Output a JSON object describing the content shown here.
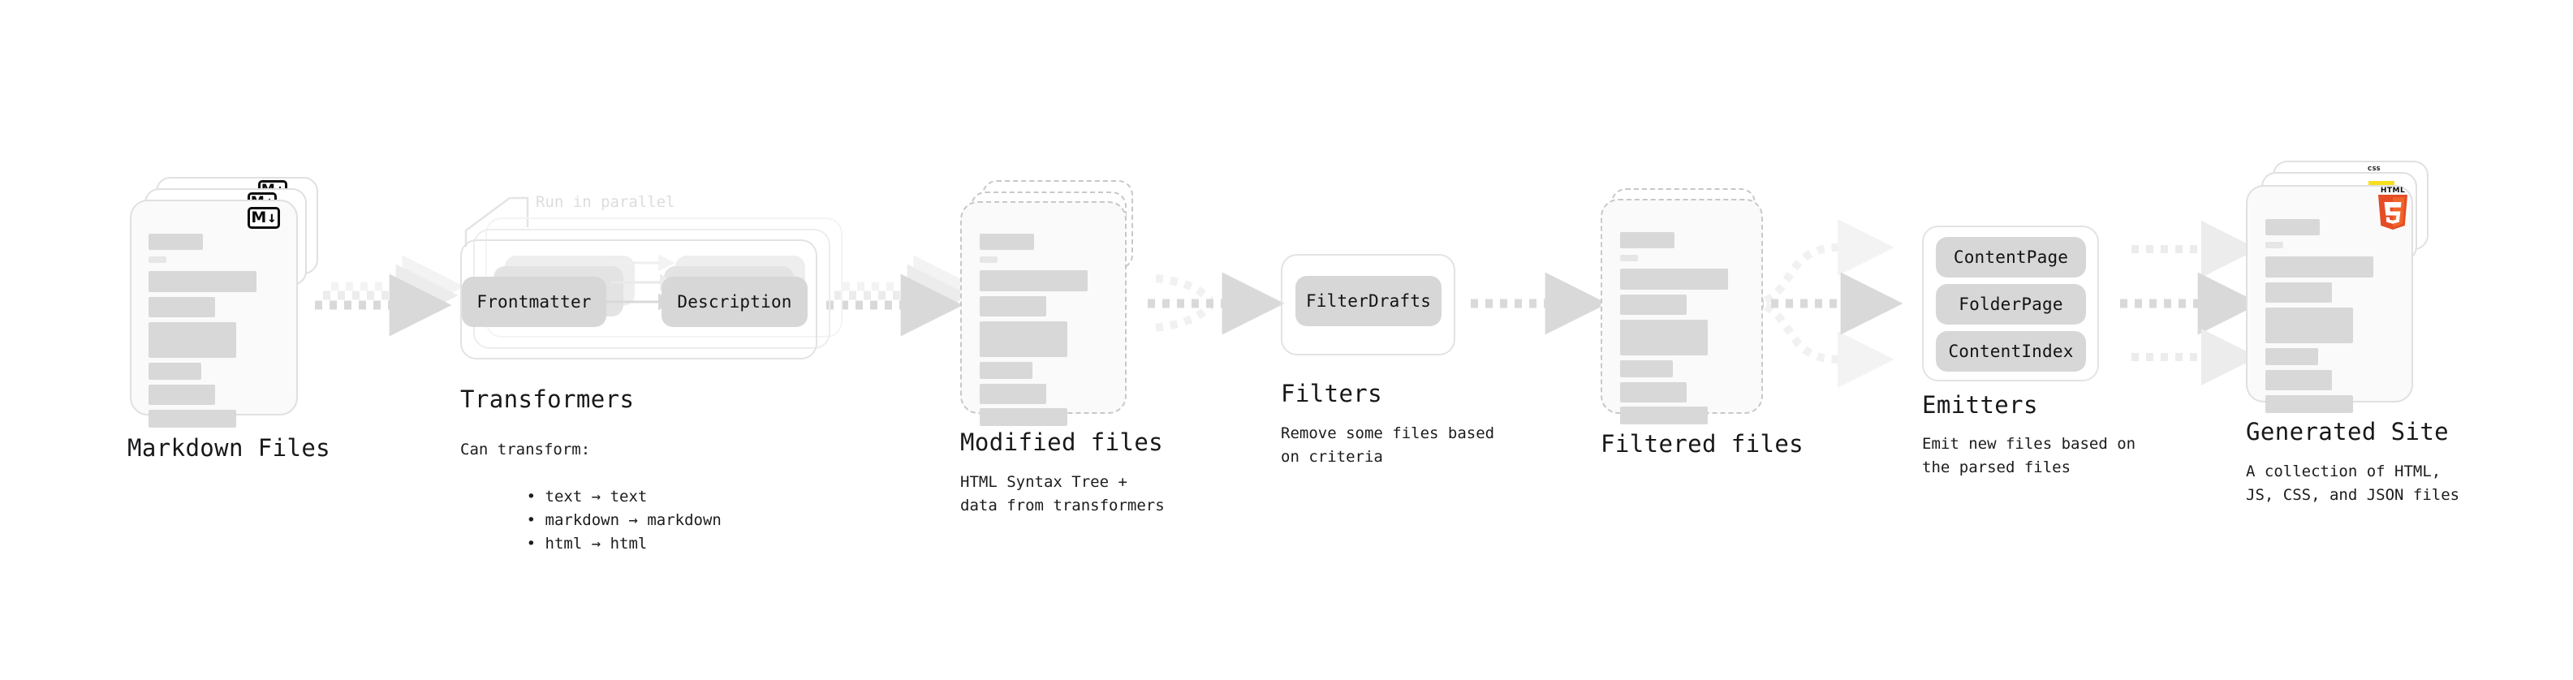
{
  "diagram": {
    "type": "pipeline-flow",
    "background": "#ffffff",
    "accent_colors": {
      "bar": "#d8d8d8",
      "chip": "#d7d7d7",
      "arrow": "#d9d9d9",
      "card_border": "#e0e0e0",
      "dashed_border": "#c8c8c8",
      "html5_orange": "#e44d26",
      "html5_orange_light": "#f16529",
      "js_yellow": "#f7df1e",
      "css_blue": "#264de4",
      "text": "#18181b"
    }
  },
  "stages": [
    {
      "id": "markdown-files",
      "title": "Markdown Files",
      "caption": "",
      "icon": "markdown-badge",
      "stack_layers": 3,
      "border": "solid"
    },
    {
      "id": "transformers",
      "title": "Transformers",
      "caption": "Can transform:",
      "annotation": "Run in parallel",
      "stack_layers": 3,
      "chips": [
        "Frontmatter",
        "Description"
      ],
      "bullets": [
        "text → text",
        "markdown → markdown",
        "html → html"
      ]
    },
    {
      "id": "modified-files",
      "title": "Modified files",
      "caption": "HTML Syntax Tree +\ndata from transformers",
      "stack_layers": 3,
      "border": "dashed"
    },
    {
      "id": "filters",
      "title": "Filters",
      "caption": "Remove some files based\non criteria",
      "chips": [
        "FilterDrafts"
      ],
      "stack_layers": 1
    },
    {
      "id": "filtered-files",
      "title": "Filtered files",
      "caption": "",
      "stack_layers": 2,
      "border": "dashed"
    },
    {
      "id": "emitters",
      "title": "Emitters",
      "caption": "Emit new files based on\nthe parsed files",
      "chips": [
        "ContentPage",
        "FolderPage",
        "ContentIndex"
      ],
      "stack_layers": 1
    },
    {
      "id": "generated-site",
      "title": "Generated Site",
      "caption": "A collection of HTML,\nJS, CSS, and JSON files",
      "icons": [
        "html5-logo",
        "js-badge",
        "css-badge"
      ],
      "stack_layers": 3,
      "border": "solid"
    }
  ],
  "icons": {
    "markdown": {
      "letter": "M",
      "arrow": "↓"
    },
    "html5": {
      "label": "HTML",
      "digit": "5"
    },
    "css": {
      "label": "CSS"
    }
  },
  "connectors": [
    {
      "from": "markdown-files",
      "to": "transformers",
      "style": "dashed-arrow",
      "count": 3
    },
    {
      "from": "transformers",
      "to": "modified-files",
      "style": "dashed-arrow",
      "count": 3
    },
    {
      "from": "modified-files",
      "to": "filters",
      "style": "dashed-arrow",
      "count": 2
    },
    {
      "from": "filters",
      "to": "filtered-files",
      "style": "dashed-arrow",
      "count": 1
    },
    {
      "from": "filtered-files",
      "to": "emitters",
      "style": "dashed-fan-out",
      "count": 3
    },
    {
      "from": "emitters",
      "to": "generated-site",
      "style": "dashed-arrow",
      "count": 3
    }
  ]
}
